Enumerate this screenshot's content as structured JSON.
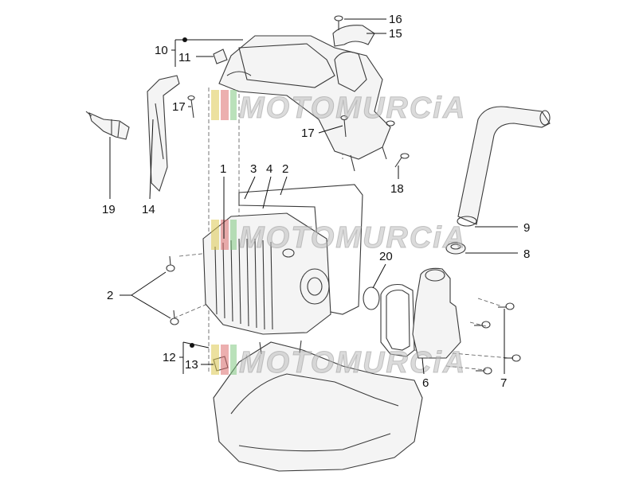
{
  "diagram": {
    "watermark": "MOTOMURCiA",
    "callouts": [
      {
        "id": "c1",
        "text": "1"
      },
      {
        "id": "c2a",
        "text": "2"
      },
      {
        "id": "c2b",
        "text": "2"
      },
      {
        "id": "c3",
        "text": "3"
      },
      {
        "id": "c4",
        "text": "4"
      },
      {
        "id": "c6",
        "text": "6"
      },
      {
        "id": "c7",
        "text": "7"
      },
      {
        "id": "c8",
        "text": "8"
      },
      {
        "id": "c9",
        "text": "9"
      },
      {
        "id": "c10",
        "text": "10"
      },
      {
        "id": "c11",
        "text": "11"
      },
      {
        "id": "c12",
        "text": "12"
      },
      {
        "id": "c13",
        "text": "13"
      },
      {
        "id": "c14",
        "text": "14"
      },
      {
        "id": "c15",
        "text": "15"
      },
      {
        "id": "c16",
        "text": "16"
      },
      {
        "id": "c17a",
        "text": "17"
      },
      {
        "id": "c17b",
        "text": "17"
      },
      {
        "id": "c18",
        "text": "18"
      },
      {
        "id": "c19",
        "text": "19"
      },
      {
        "id": "c20",
        "text": "20"
      }
    ]
  }
}
